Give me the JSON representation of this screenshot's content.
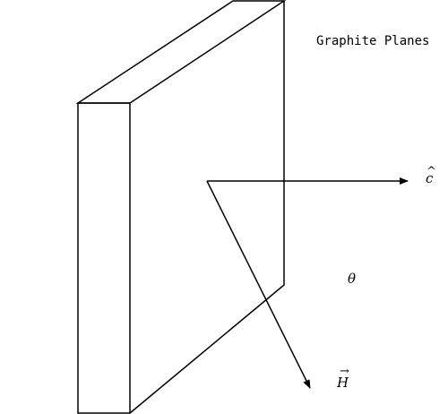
{
  "labels": {
    "title": "Graphite Planes",
    "c_axis": "c",
    "c_axis_hat": "^",
    "field": "H",
    "field_arrow": "→",
    "angle": "θ"
  }
}
